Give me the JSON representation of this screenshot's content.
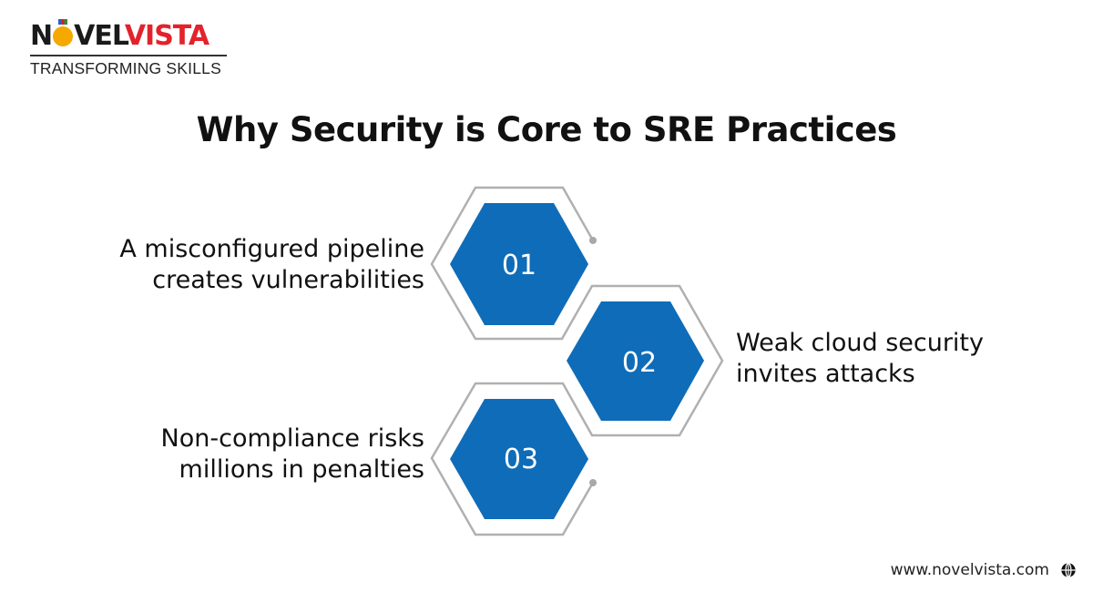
{
  "logo": {
    "part1": "N",
    "part2": "VEL",
    "part3": "VISTA",
    "tagline": "TRANSFORMING SKILLS"
  },
  "title": "Why Security is Core to SRE Practices",
  "items": [
    {
      "number": "01",
      "line1": "A misconfigured pipeline",
      "line2": "creates vulnerabilities"
    },
    {
      "number": "02",
      "line1": "Weak cloud security",
      "line2": "invites attacks"
    },
    {
      "number": "03",
      "line1": "Non-compliance risks",
      "line2": "millions in penalties"
    }
  ],
  "colors": {
    "hex_fill": "#0f6cb8",
    "outline": "#b0b0b0",
    "brand_red": "#e3222b"
  },
  "footer": {
    "url": "www.novelvista.com",
    "icon": "globe-icon"
  }
}
